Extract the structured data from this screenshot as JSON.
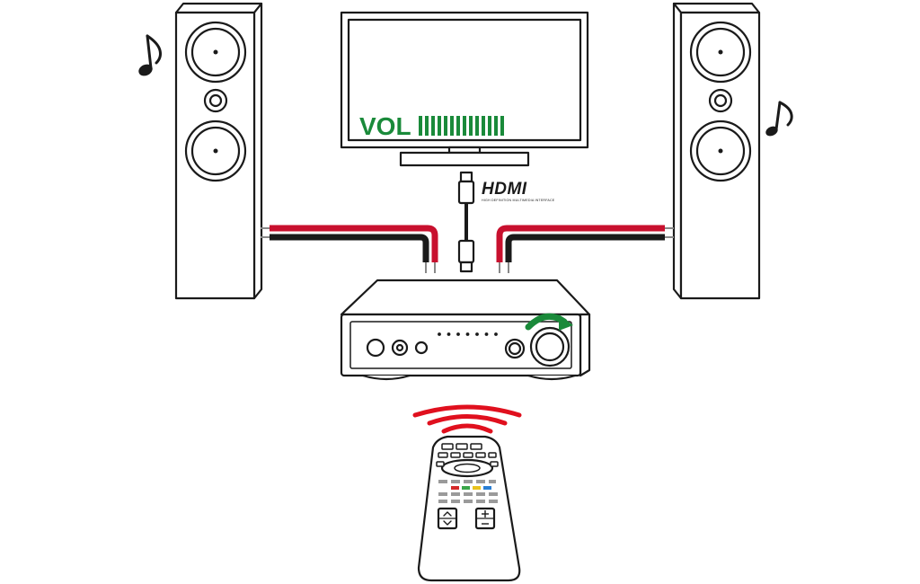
{
  "tv": {
    "volume_label": "VOL",
    "volume_level": 1.0,
    "volume_segments": 14
  },
  "hdmi": {
    "logo_text": "HDMI",
    "tagline": "HIGH DEFINITION MULTIMEDIA INTERFACE"
  },
  "amplifier": {
    "indicator_leds": 7,
    "volume_knob_rotation": "clockwise"
  },
  "remote": {
    "signal_waves": 3,
    "color_keys": [
      "red",
      "green",
      "yellow",
      "blue"
    ]
  },
  "colors": {
    "volume_green": "#1a8a3a",
    "cable_red": "#c8102e",
    "cable_black": "#1a1a1a",
    "signal_red": "#e0101e",
    "key_red": "#d42a2a",
    "key_green": "#3aa64a",
    "key_yellow": "#e8c21c",
    "key_blue": "#2a7fd4",
    "outline": "#1a1a1a"
  },
  "icons": {
    "left_note": "music-note-icon",
    "right_note": "music-note-icon",
    "rotation_arrow": "rotate-clockwise-arrow-icon"
  }
}
